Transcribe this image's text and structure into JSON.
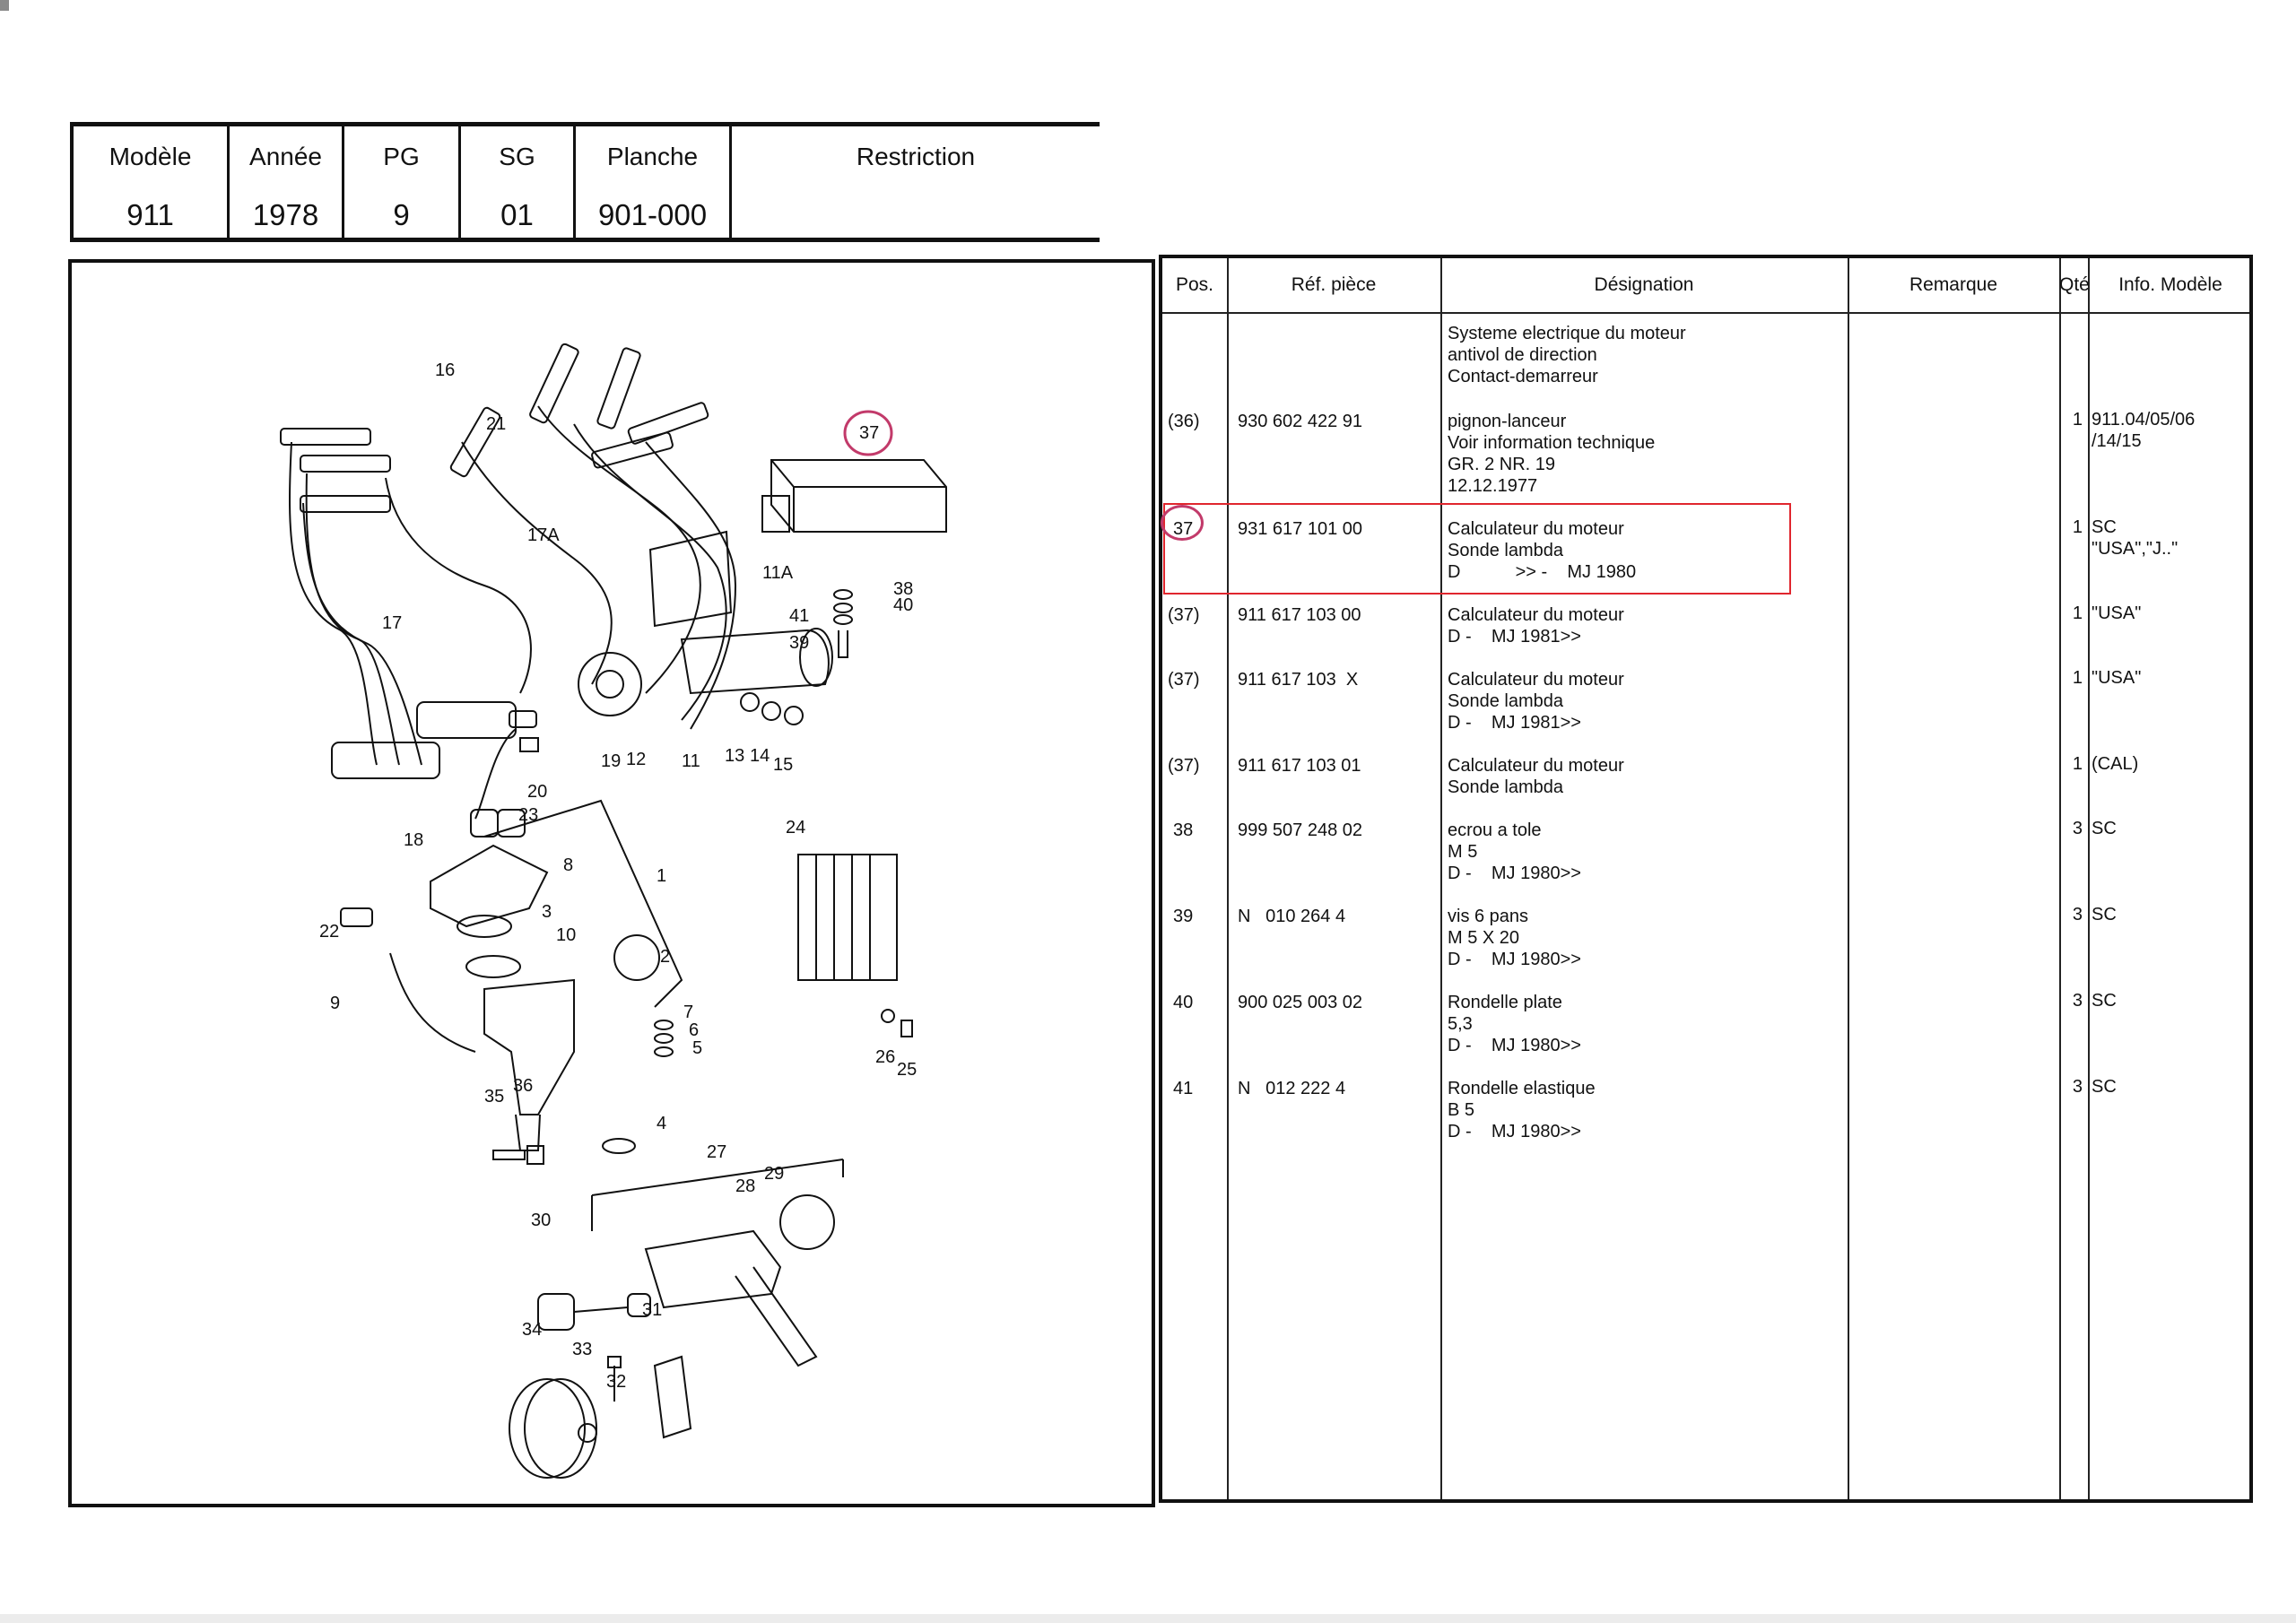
{
  "header": {
    "columns": [
      {
        "label": "Modèle",
        "value": "911"
      },
      {
        "label": "Année",
        "value": "1978"
      },
      {
        "label": "PG",
        "value": "9"
      },
      {
        "label": "SG",
        "value": "01"
      },
      {
        "label": "Planche",
        "value": "901-000"
      },
      {
        "label": "Restriction",
        "value": ""
      }
    ]
  },
  "diagram": {
    "labels": [
      "16",
      "21",
      "37",
      "17A",
      "11A",
      "38",
      "40",
      "41",
      "39",
      "17",
      "12",
      "11",
      "13",
      "14",
      "15",
      "19",
      "20",
      "23",
      "18",
      "8",
      "1",
      "24",
      "22",
      "3",
      "10",
      "2",
      "9",
      "7",
      "6",
      "5",
      "26",
      "25",
      "35",
      "36",
      "4",
      "27",
      "28",
      "29",
      "30",
      "34",
      "33",
      "32",
      "31"
    ]
  },
  "parts": {
    "headers": {
      "pos": "Pos.",
      "ref": "Réf. pièce",
      "designation": "Désignation",
      "remarque": "Remarque",
      "qte": "Qté",
      "info": "Info. Modèle"
    },
    "rows": [
      {
        "pos": "",
        "ref": "",
        "designation": "Systeme electrique du moteur\nantivol de direction\nContact-demarreur",
        "qte": "",
        "info": ""
      },
      {
        "pos": "(36)",
        "ref": "930 602 422 91",
        "designation": "pignon-lanceur\nVoir information technique\nGR. 2 NR. 19\n12.12.1977",
        "qte": "1",
        "info": "911.04/05/06\n/14/15"
      },
      {
        "pos": "37",
        "ref": "931 617 101 00",
        "designation": "Calculateur du moteur\nSonde lambda\nD           >> -    MJ 1980",
        "qte": "1",
        "info": "SC\n\"USA\",\"J..\""
      },
      {
        "pos": "(37)",
        "ref": "911 617 103 00",
        "designation": "Calculateur du moteur\nD -    MJ 1981>>",
        "qte": "1",
        "info": "\"USA\""
      },
      {
        "pos": "(37)",
        "ref": "911 617 103  X",
        "designation": "Calculateur du moteur\nSonde lambda\nD -    MJ 1981>>",
        "qte": "1",
        "info": "\"USA\""
      },
      {
        "pos": "(37)",
        "ref": "911 617 103 01",
        "designation": "Calculateur du moteur\nSonde lambda",
        "qte": "1",
        "info": "(CAL)"
      },
      {
        "pos": "38",
        "ref": "999 507 248 02",
        "designation": "ecrou a tole\nM 5\nD -    MJ 1980>>",
        "qte": "3",
        "info": "SC"
      },
      {
        "pos": "39",
        "ref": "N   010 264 4",
        "designation": "vis 6 pans\nM 5 X 20\nD -    MJ 1980>>",
        "qte": "3",
        "info": "SC"
      },
      {
        "pos": "40",
        "ref": "900 025 003 02",
        "designation": "Rondelle plate\n5,3\nD -    MJ 1980>>",
        "qte": "3",
        "info": "SC"
      },
      {
        "pos": "41",
        "ref": "N   012 222 4",
        "designation": "Rondelle elastique\nB 5\nD -    MJ 1980>>",
        "qte": "3",
        "info": "SC"
      }
    ]
  },
  "colors": {
    "highlight_box": "#e0262e",
    "circle_marker": "#c23a6a"
  }
}
